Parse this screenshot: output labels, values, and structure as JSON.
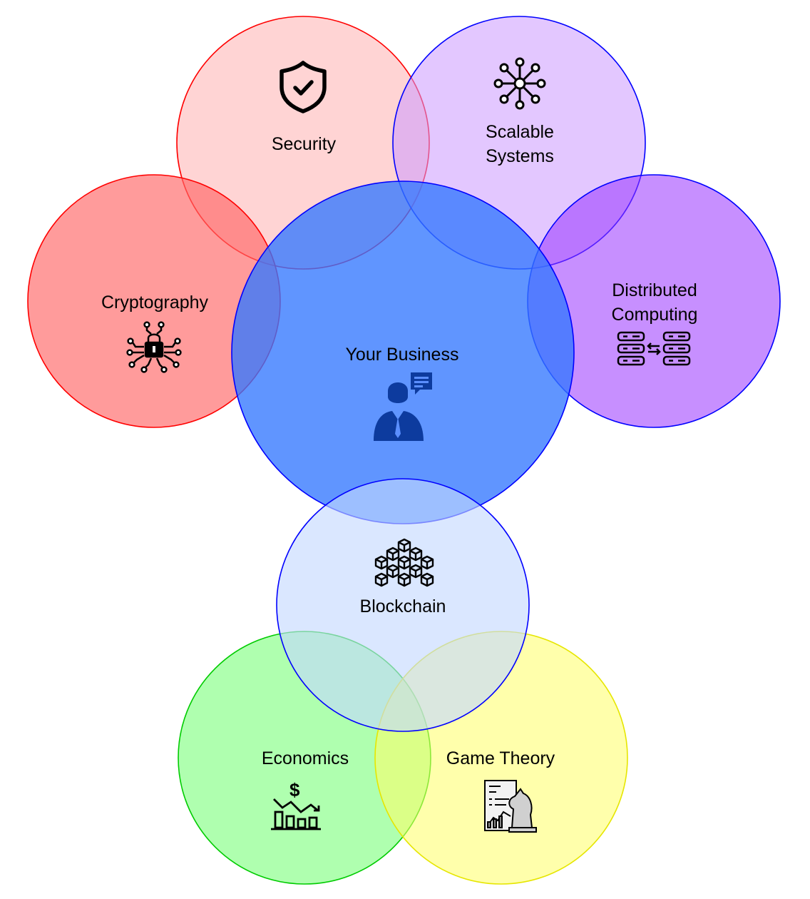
{
  "diagram": {
    "circles": {
      "security": {
        "label": "Security",
        "icon": "shield-check-icon",
        "fill": "#ffcccc",
        "stroke": "#ff0000"
      },
      "scalable_systems": {
        "label_line1": "Scalable",
        "label_line2": "Systems",
        "icon": "network-hub-icon",
        "fill": "#cc99ff",
        "stroke": "#0000ff"
      },
      "cryptography": {
        "label": "Cryptography",
        "icon": "circuit-lock-icon",
        "fill": "#ff6666",
        "stroke": "#ff0000"
      },
      "distributed_computing": {
        "label_line1": "Distributed",
        "label_line2": "Computing",
        "icon": "server-sync-icon",
        "fill": "#9933ff",
        "stroke": "#0000ff"
      },
      "your_business": {
        "label": "Your Business",
        "icon": "businessman-icon",
        "fill": "#3377ff",
        "stroke": "#0000ff"
      },
      "blockchain": {
        "label": "Blockchain",
        "icon": "blockchain-cubes-icon",
        "fill": "#c4d9ff",
        "stroke": "#0000ff"
      },
      "economics": {
        "label": "Economics",
        "icon": "dollar-chart-icon",
        "fill": "#66ff66",
        "stroke": "#00cc00"
      },
      "game_theory": {
        "label": "Game Theory",
        "icon": "chess-report-icon",
        "fill": "#ffff66",
        "stroke": "#e6e600"
      }
    }
  }
}
